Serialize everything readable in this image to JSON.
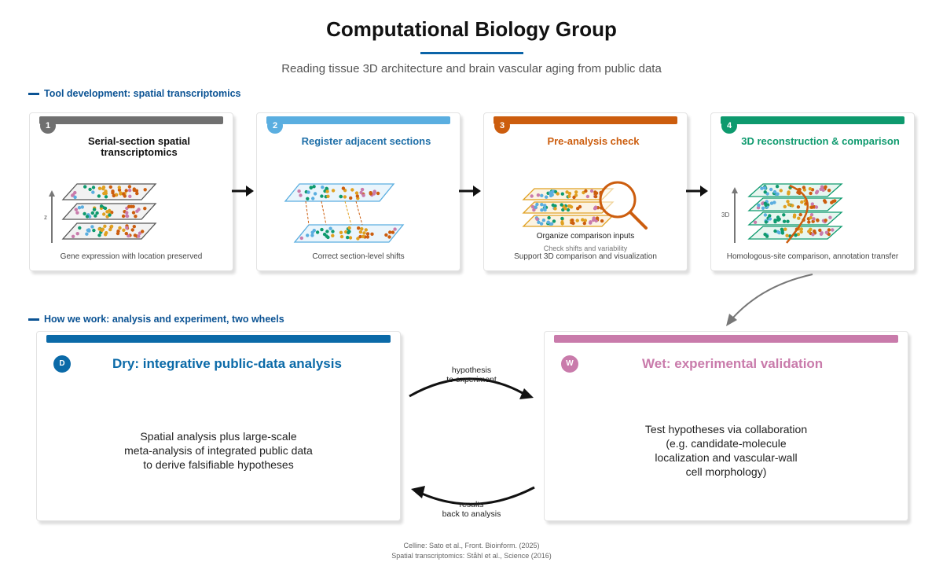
{
  "header": {
    "title": "Computational Biology Group",
    "subtitle": "Reading tissue 3D architecture and brain vascular aging from public data"
  },
  "sections": {
    "tools": "Tool development: spatial transcriptomics",
    "work": "How we work: analysis and experiment, two wheels"
  },
  "steps": [
    {
      "num": "1",
      "title": "Serial-section spatial transcriptomics",
      "caption": "Gene expression with location preserved",
      "axis": "z",
      "color": "#707070",
      "title_color": "#111111"
    },
    {
      "num": "2",
      "title": "Register adjacent sections",
      "caption": "Correct section-level shifts",
      "color": "#5aaee0",
      "title_color": "#1f6fa8"
    },
    {
      "num": "3",
      "title": "Pre-analysis check",
      "caption_main": "Organize comparison inputs",
      "caption_sub": "Check shifts and variability",
      "caption": "Support 3D comparison and visualization",
      "color": "#cc5d0e",
      "title_color": "#cc5d0e"
    },
    {
      "num": "4",
      "title": "3D reconstruction & comparison",
      "caption": "Homologous-site comparison, annotation transfer",
      "axis": "3D",
      "color": "#0e9a6e",
      "title_color": "#0e9a6e"
    }
  ],
  "dry": {
    "badge": "D",
    "title": "Dry: integrative public-data analysis",
    "lines": [
      "Spatial analysis plus large-scale",
      "meta-analysis of integrated public data",
      "to derive falsifiable hypotheses"
    ],
    "color": "#0b6aa8"
  },
  "wet": {
    "badge": "W",
    "title": "Wet: experimental validation",
    "lines": [
      "Test hypotheses via collaboration",
      "(e.g. candidate-molecule",
      "localization and vascular-wall",
      "cell morphology)"
    ],
    "color": "#c97bab"
  },
  "cycle": {
    "top": [
      "hypothesis",
      "to experiment"
    ],
    "bottom": [
      "results",
      "back to analysis"
    ]
  },
  "footer": [
    "Celline: Sato et al., Front. Bioinform. (2025)",
    "Spatial transcriptomics: Ståhl et al., Science (2016)"
  ]
}
